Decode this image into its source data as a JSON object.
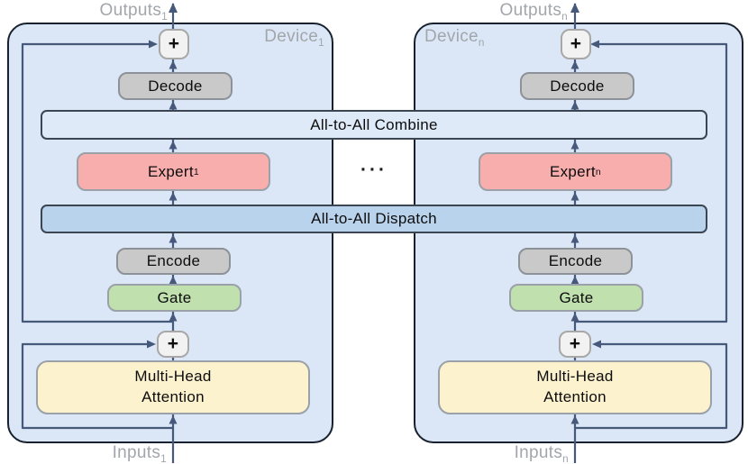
{
  "colors": {
    "device_fill": "#dbe7f6",
    "device_border": "#18222e",
    "arrow": "#46597b",
    "combine_fill": "#dfeaf8",
    "dispatch_fill": "#b9d3ec",
    "bar_border": "#3c4653",
    "expert_fill": "#f9aeae",
    "gate_fill": "#c0e0ae",
    "mha_fill": "#fdf2ce",
    "codec_fill": "#c9c9c9",
    "plus_fill": "#f2f2f2",
    "box_border": "#9aa1a8",
    "codec_border": "#8d9298",
    "label_gray": "#a2a6ab",
    "text": "#0d0d0d"
  },
  "bars": {
    "combine": "All-to-All Combine",
    "dispatch": "All-to-All Dispatch"
  },
  "ellipsis": "···",
  "devices": [
    {
      "label": {
        "text": "Device",
        "sub": "1"
      },
      "outputs": {
        "text": "Outputs",
        "sub": "1"
      },
      "inputs": {
        "text": "Inputs",
        "sub": "1"
      },
      "expert": {
        "text": "Expert",
        "sub": "1"
      },
      "decode": "Decode",
      "encode": "Encode",
      "gate": "Gate",
      "mha": {
        "line1": "Multi-Head",
        "line2": "Attention"
      },
      "add": "+"
    },
    {
      "label": {
        "text": "Device",
        "sub": "n"
      },
      "outputs": {
        "text": "Outputs",
        "sub": "n"
      },
      "inputs": {
        "text": "Inputs",
        "sub": "n"
      },
      "expert": {
        "text": "Expert",
        "sub": "n"
      },
      "decode": "Decode",
      "encode": "Encode",
      "gate": "Gate",
      "mha": {
        "line1": "Multi-Head",
        "line2": "Attention"
      },
      "add": "+"
    }
  ]
}
